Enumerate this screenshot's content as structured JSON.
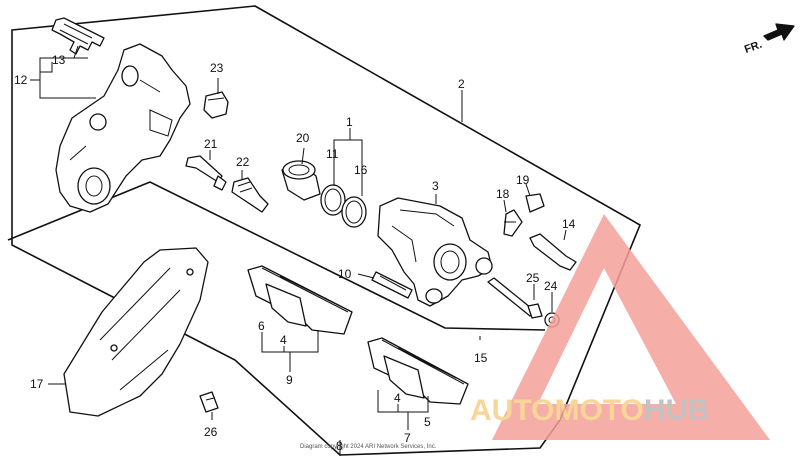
{
  "diagram": {
    "direction_label": "FR.",
    "copyright": "Diagram copyright 2024 ARI Network Services, Inc.",
    "callouts": [
      {
        "id": "c1",
        "text": "1"
      },
      {
        "id": "c2",
        "text": "2"
      },
      {
        "id": "c3",
        "text": "3"
      },
      {
        "id": "c4a",
        "text": "4"
      },
      {
        "id": "c4b",
        "text": "4"
      },
      {
        "id": "c5",
        "text": "5"
      },
      {
        "id": "c6",
        "text": "6"
      },
      {
        "id": "c7",
        "text": "7"
      },
      {
        "id": "c8",
        "text": "8"
      },
      {
        "id": "c9",
        "text": "9"
      },
      {
        "id": "c10",
        "text": "10"
      },
      {
        "id": "c11",
        "text": "11"
      },
      {
        "id": "c12",
        "text": "12"
      },
      {
        "id": "c13",
        "text": "13"
      },
      {
        "id": "c14",
        "text": "14"
      },
      {
        "id": "c15",
        "text": "15"
      },
      {
        "id": "c16",
        "text": "16"
      },
      {
        "id": "c17",
        "text": "17"
      },
      {
        "id": "c18",
        "text": "18"
      },
      {
        "id": "c19",
        "text": "19"
      },
      {
        "id": "c20",
        "text": "20"
      },
      {
        "id": "c21",
        "text": "21"
      },
      {
        "id": "c22",
        "text": "22"
      },
      {
        "id": "c23",
        "text": "23"
      },
      {
        "id": "c24",
        "text": "24"
      },
      {
        "id": "c25",
        "text": "25"
      },
      {
        "id": "c26",
        "text": "26"
      }
    ]
  },
  "watermark": {
    "part1": "AUTOMOTO",
    "part2": "HUB",
    "color_primary": "#f4a09a",
    "color_accent": "#f7cf86",
    "color_dark": "#b8b8b8"
  }
}
